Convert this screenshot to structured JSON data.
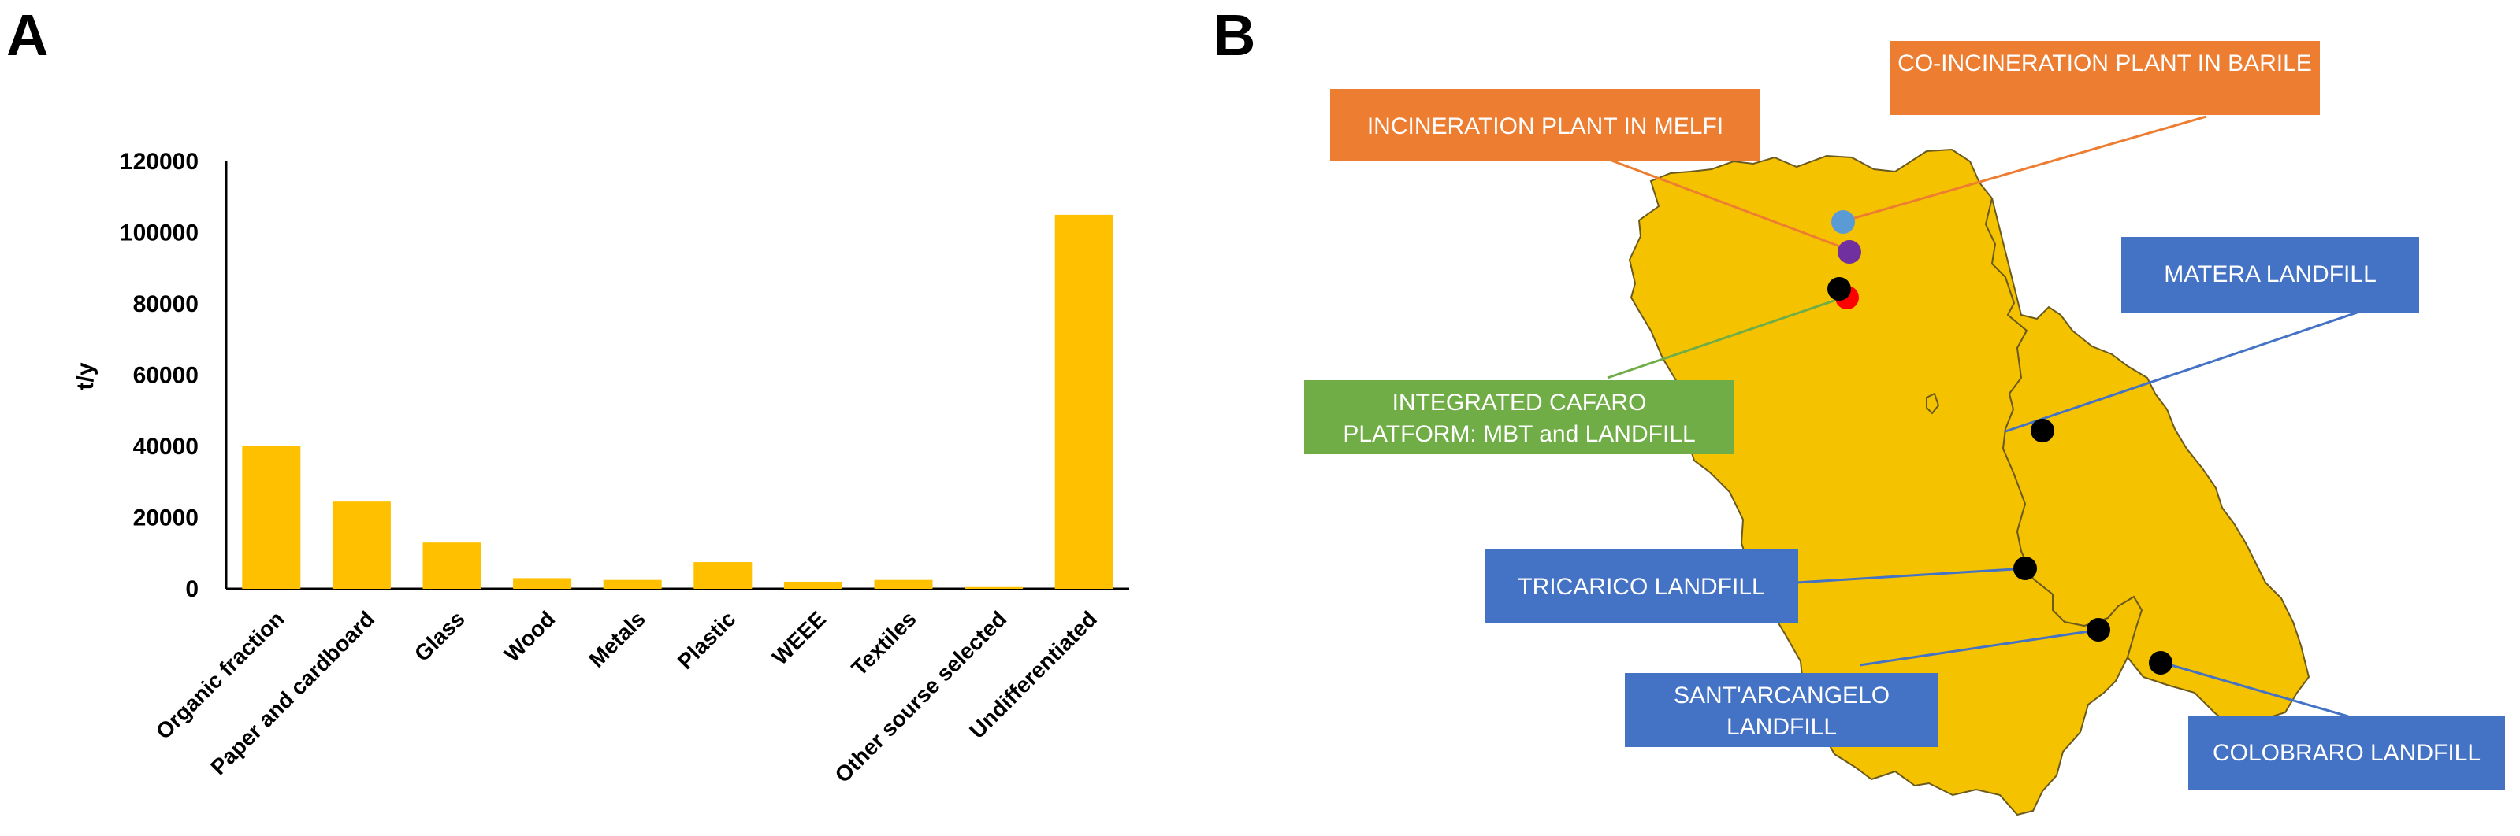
{
  "panel_a": {
    "letter": "A",
    "chart_data": {
      "type": "bar",
      "categories": [
        "Organic fraction",
        "Paper and cardboard",
        "Glass",
        "Wood",
        "Metals",
        "Plastic",
        "WEEE",
        "Textiles",
        "Other sourse selected",
        "Undifferentiated"
      ],
      "values": [
        40000,
        24500,
        13000,
        3000,
        2500,
        7500,
        2000,
        2500,
        500,
        105000
      ],
      "ylabel": "t/y",
      "xlabel": "",
      "ylim": [
        0,
        120000
      ],
      "yticks": [
        "0",
        "20000",
        "40000",
        "60000",
        "80000",
        "100000",
        "120000"
      ],
      "grid": false,
      "bar_color": "#FFC000"
    }
  },
  "panel_b": {
    "letter": "B",
    "map_color": "#F5C200",
    "labels": {
      "coincineration": "CO-INCINERATION PLANT IN BARILE",
      "incineration": "INCINERATION PLANT IN MELFI",
      "cafaro": "INTEGRATED CAFARO PLATFORM: MBT and LANDFILL",
      "matera": "MATERA LANDFILL",
      "tricarico": "TRICARICO LANDFILL",
      "santarcangelo": "SANT'ARCANGELO LANDFILL",
      "colobraro": "COLOBRARO LANDFILL"
    },
    "colors": {
      "orange_box": "#ED7D31",
      "green_box": "#70AD47",
      "blue_box": "#4472C4",
      "marker_blue": "#5B9BD5",
      "marker_purple": "#7030A0",
      "marker_red": "#FF0000",
      "marker_black": "#000000"
    }
  }
}
